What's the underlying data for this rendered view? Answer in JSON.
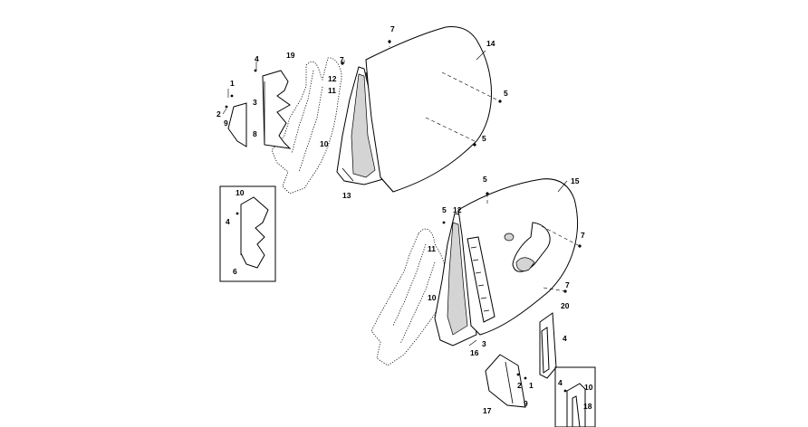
{
  "callouts": {
    "c1a": "1",
    "c2a": "2",
    "c3a": "3",
    "c4a": "4",
    "c5a": "5",
    "c5b": "5",
    "c7a": "7",
    "c7b": "7",
    "c8a": "8",
    "c9a": "9",
    "c10a": "10",
    "c11a": "11",
    "c12a": "12",
    "c13a": "13",
    "c14a": "14",
    "c19a": "19",
    "i10a": "10",
    "i4a": "4",
    "i6a": "6",
    "c5c": "5",
    "c5d": "5",
    "c12b": "12",
    "c15a": "15",
    "c11b": "11",
    "c7c": "7",
    "c7d": "7",
    "c20a": "20",
    "c10b": "10",
    "c4b": "4",
    "c3b": "3",
    "c16a": "16",
    "c2b": "2",
    "c1b": "1",
    "c9b": "9",
    "c17a": "17",
    "i4b": "4",
    "i10b": "10",
    "i18a": "18"
  }
}
